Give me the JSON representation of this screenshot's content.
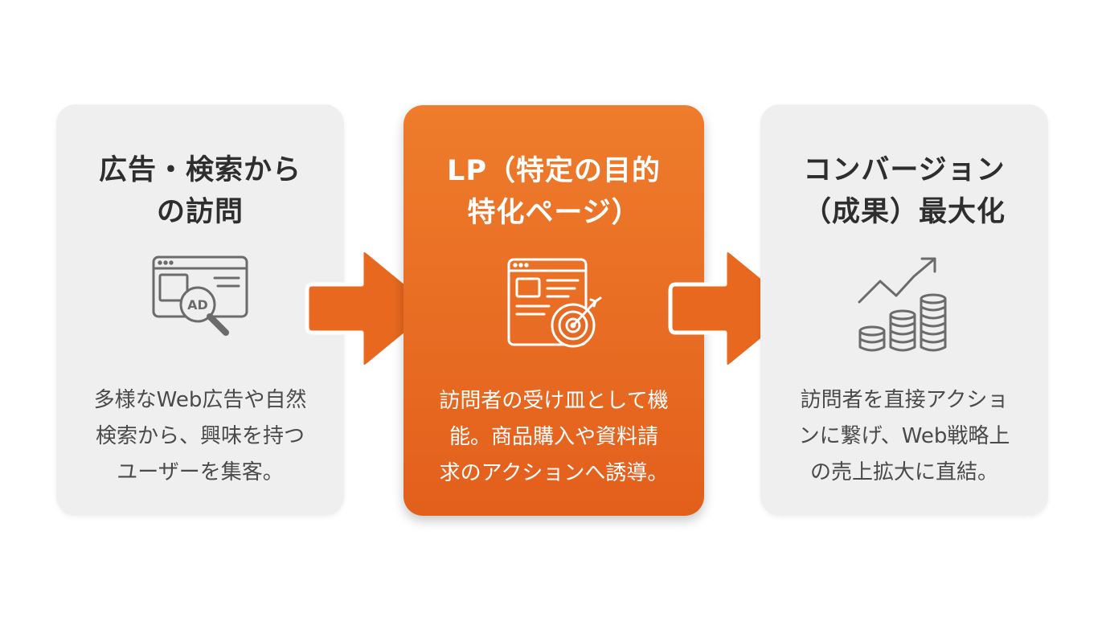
{
  "steps": [
    {
      "title_lines": [
        "広告・検索から",
        "の訪問"
      ],
      "icon": "ad-search-icon",
      "desc_lines": [
        "多様なWeb広告や自然",
        "検索から、興味を持つ",
        "ユーザーを集客。"
      ]
    },
    {
      "title_lines": [
        "LP（特定の目的",
        "特化ページ）"
      ],
      "icon": "landing-page-target-icon",
      "desc_lines": [
        "訪問者の受け皿として機",
        "能。商品購入や資料請",
        "求のアクションへ誘導。"
      ]
    },
    {
      "title_lines": [
        "コンバージョン",
        "（成果）最大化"
      ],
      "icon": "growth-coins-icon",
      "desc_lines": [
        "訪問者を直接アクショ",
        "ンに繋げ、Web戦略上",
        "の売上拡大に直結。"
      ]
    }
  ],
  "arrows": [
    "arrow-right-icon",
    "arrow-right-icon"
  ],
  "icon_badge_text": "AD",
  "colors": {
    "card_gray": "#efefef",
    "card_orange": "#e86a22",
    "arrow_orange": "#e8681f",
    "text_dark": "#2e2e2e",
    "icon_gray": "#6b6b6b"
  }
}
